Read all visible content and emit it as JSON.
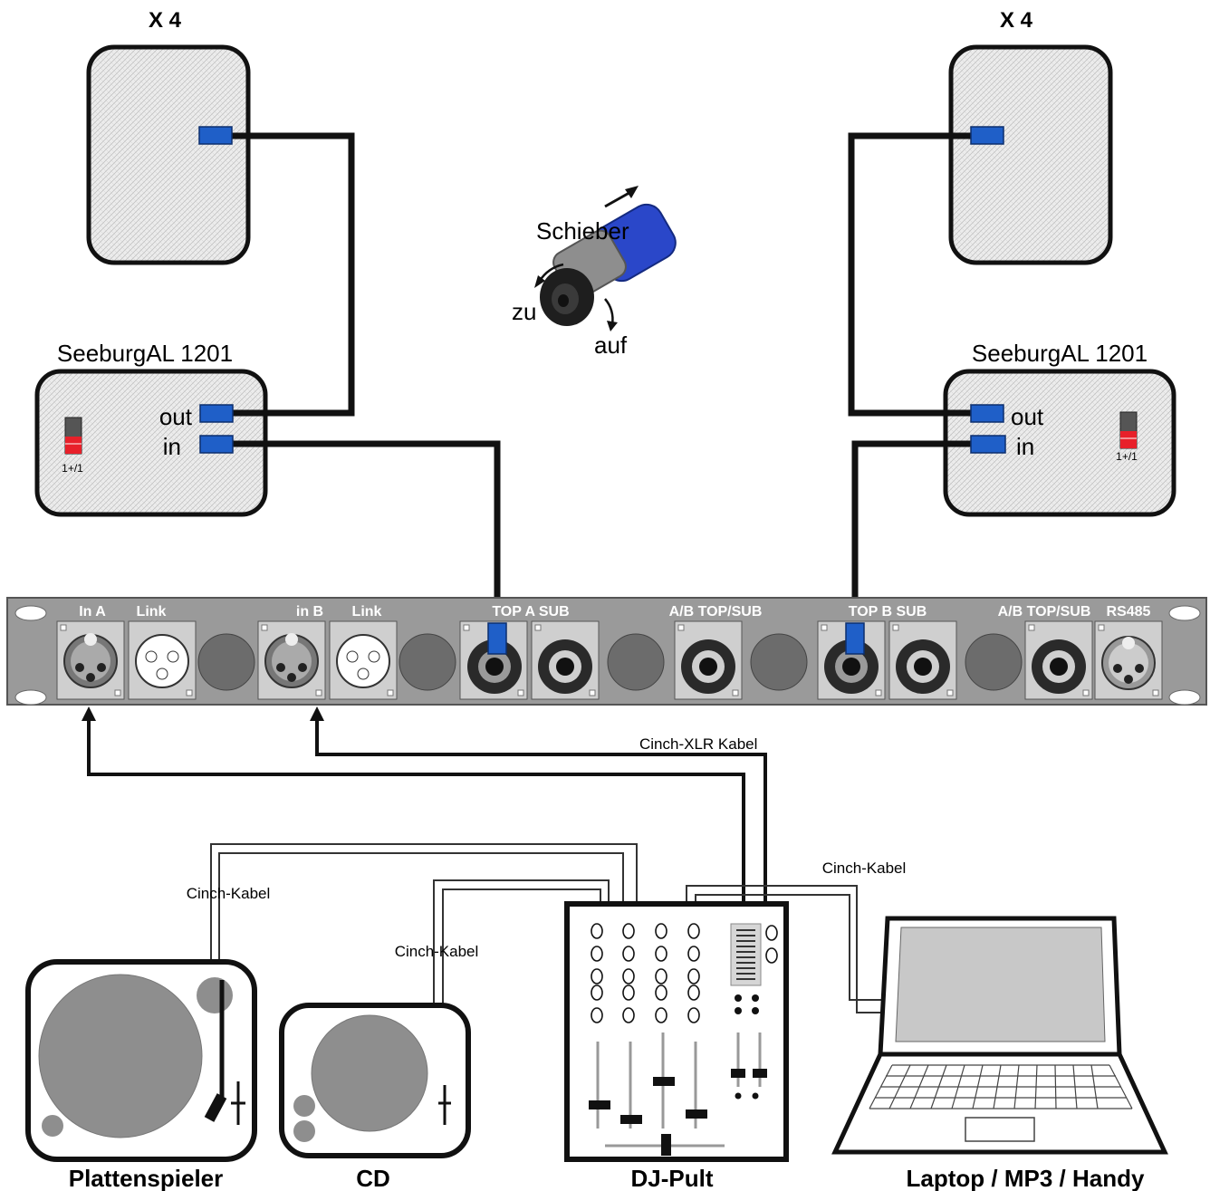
{
  "speakers": {
    "left_count": "X 4",
    "right_count": "X 4"
  },
  "amp_left": {
    "model": "SeeburgAL 1201",
    "out_label": "out",
    "in_label": "in",
    "switch_label": "1+/1"
  },
  "amp_right": {
    "model": "SeeburgAL 1201",
    "out_label": "out",
    "in_label": "in",
    "switch_label": "1+/1"
  },
  "connector_photo": {
    "slider_label": "Schieber",
    "close_label": "zu",
    "open_label": "auf"
  },
  "rack": {
    "in_a": "In  A",
    "link_a": "Link",
    "in_b": "in B",
    "link_b": "Link",
    "top_a": "TOP  A  SUB",
    "ab_top_sub_1": "A/B TOP/SUB",
    "top_b": "TOP     B   SUB",
    "ab_top_sub_2": "A/B TOP/SUB",
    "rs485": "RS485"
  },
  "cables": {
    "cinch_xlr": "Cinch-XLR Kabel",
    "cinch_turntable": "Cinch-Kabel",
    "cinch_cd": "Cinch-Kabel",
    "cinch_laptop": "Cinch-Kabel"
  },
  "devices": {
    "turntable": "Plattenspieler",
    "cd": "CD",
    "mixer": "DJ-Pult",
    "laptop": "Laptop / MP3 / Handy"
  },
  "colors": {
    "connector_blue": "#1f5fc8",
    "cable": "#111111",
    "panel": "#9a9a9a",
    "box_fill": "#e6e6e6"
  }
}
